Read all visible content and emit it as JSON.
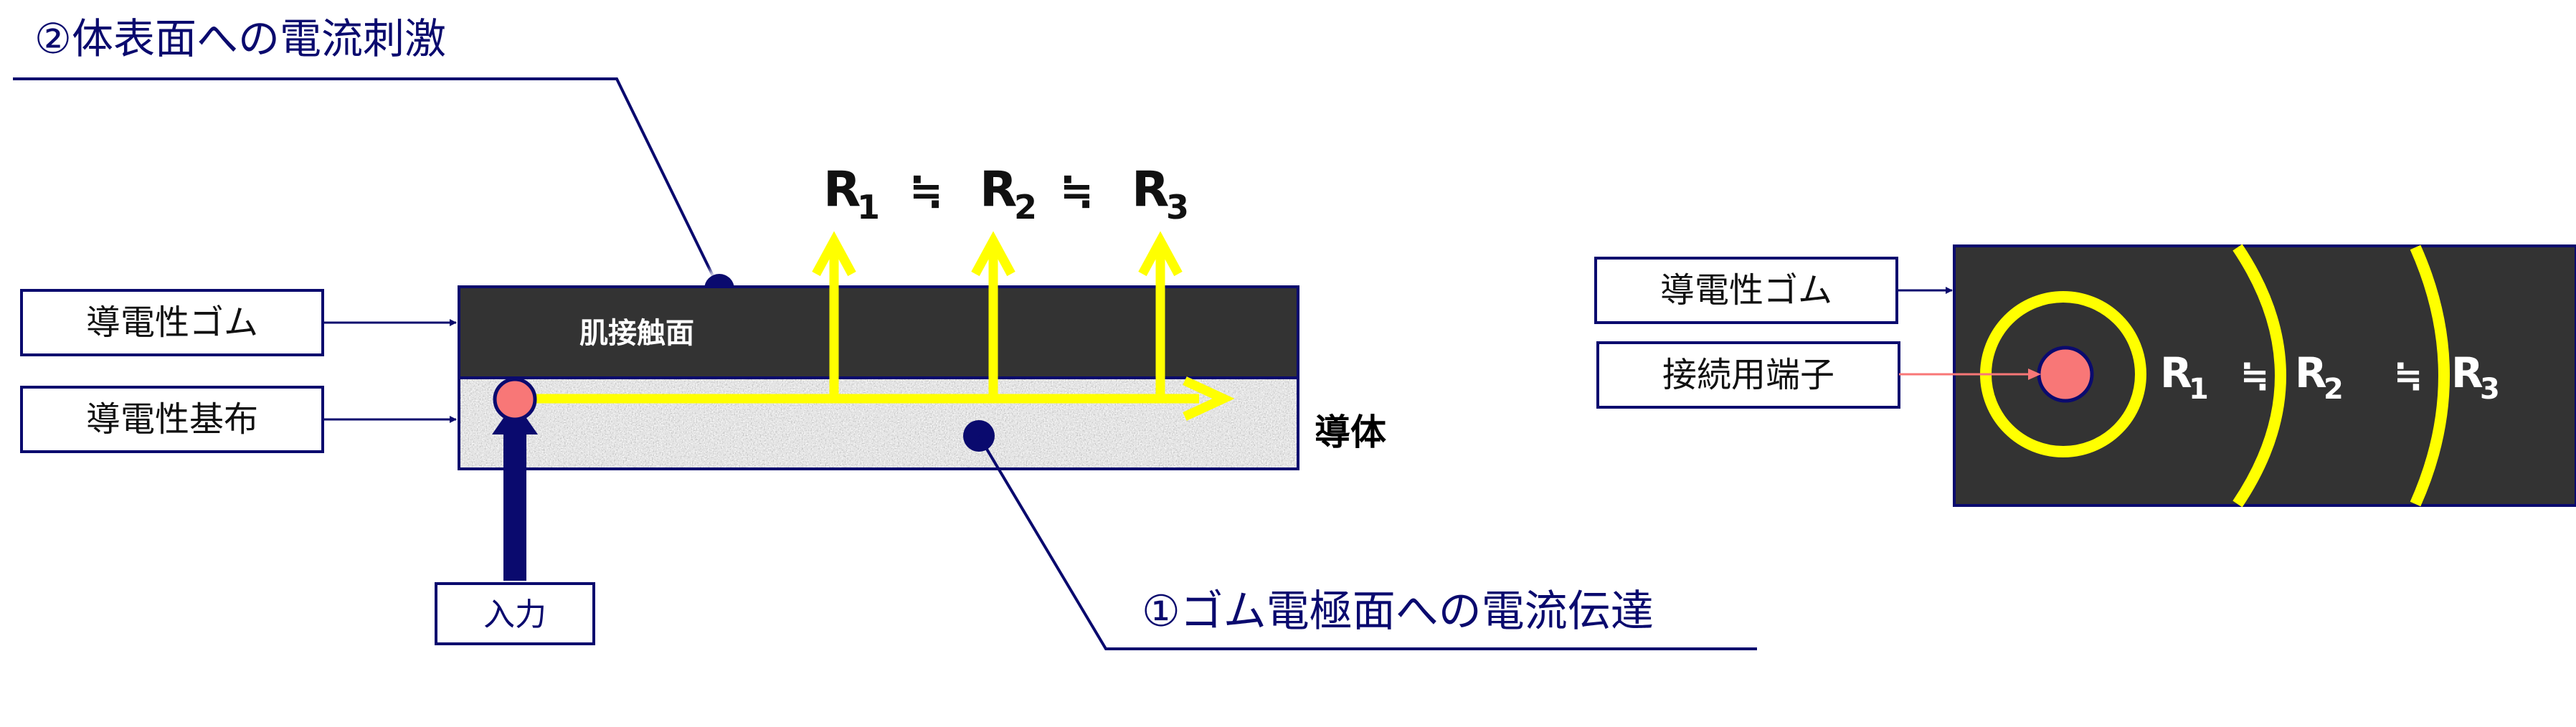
{
  "callouts": {
    "surface_stimulation": "②体表面への電流刺激",
    "electrode_transmission": "①ゴム電極面への電流伝達"
  },
  "left_diagram": {
    "label_rubber": "導電性ゴム",
    "label_base_cloth": "導電性基布",
    "label_skin_contact": "肌接触面",
    "label_conductor": "導体",
    "label_input": "入力",
    "equation": {
      "r1": "R",
      "r1_sub": "1",
      "r2": "R",
      "r2_sub": "2",
      "r3": "R",
      "r3_sub": "3",
      "approx": "≒"
    }
  },
  "right_diagram": {
    "label_rubber": "導電性ゴム",
    "label_terminal": "接続用端子",
    "equation": {
      "r1": "R",
      "r1_sub": "1",
      "r2": "R",
      "r2_sub": "2",
      "r3": "R",
      "r3_sub": "3",
      "approx": "≒"
    }
  },
  "colors": {
    "navy": "#0a0a6e",
    "rubber": "#333333",
    "current": "#ffff00",
    "terminal": "#f87777",
    "conductor_texture": "#a8a8a8"
  }
}
